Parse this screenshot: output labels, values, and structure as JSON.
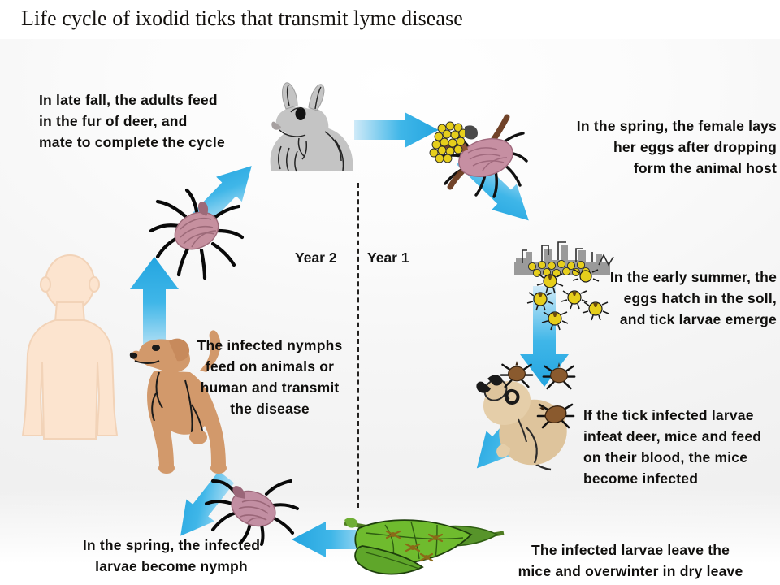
{
  "header": {
    "title": "Life cycle of ixodid ticks that transmit lyme disease"
  },
  "diagram": {
    "type": "cycle-diagram",
    "year_labels": {
      "left": "Year 2",
      "right": "Year 1"
    },
    "divider": "dashed-vertical-line",
    "stages": [
      {
        "id": "spring-eggs",
        "caption": "In the spring, the female lays\nher eggs after dropping\nform the animal host",
        "align": "right",
        "art": "engorged-tick-with-eggs"
      },
      {
        "id": "early-summer-hatch",
        "caption": "In the early summer, the\neggs hatch in the soll,\nand tick larvae emerge",
        "align": "right",
        "art": "larvae-hatching-in-soil"
      },
      {
        "id": "larvae-feed-mice",
        "caption": "If the tick infected larvae\ninfeat deer, mice and feed\non their blood, the mice\nbecome infected",
        "align": "left",
        "art": "mouse-with-ticks"
      },
      {
        "id": "overwinter-leaves",
        "caption": "The infected  larvae leave the\nmice and overwinter in dry leave",
        "align": "center",
        "art": "green-leaves-with-ticks"
      },
      {
        "id": "spring-nymph",
        "caption": "In the spring, the infected\nlarvae become nymph",
        "align": "center",
        "art": "nymph-tick"
      },
      {
        "id": "nymphs-feed",
        "caption": "The infected  nymphs\nfeed on animals or\nhuman and transmit\nthe disease",
        "align": "center",
        "art": "dog-and-human"
      },
      {
        "id": "late-fall-adults",
        "caption": "In late fall, the adults  feed\nin the fur of deer, and\nmate to complete the cycle",
        "align": "left",
        "art": "adult-tick-and-deer"
      }
    ],
    "illustrations": [
      {
        "name": "deer",
        "label": "deer-illustration"
      },
      {
        "name": "human",
        "label": "human-silhouette"
      },
      {
        "name": "dog",
        "label": "dog-illustration"
      },
      {
        "name": "mouse",
        "label": "mouse-illustration"
      },
      {
        "name": "leaves",
        "label": "leaves-illustration"
      }
    ],
    "arrows": {
      "count": 7,
      "style": "blue-gradient-block-arrow"
    },
    "colors": {
      "arrow": "#29ABE2",
      "arrow_light": "#BFE6F7",
      "tick_body": "#C891A4",
      "tick_legs": "#000000",
      "egg": "#E8D21E",
      "deer": "#BFBFBF",
      "dog": "#D39B6E",
      "mouse": "#E5CBA4",
      "leaf": "#5FA82B",
      "leaf_dark": "#3E7A1A",
      "human": "#FBE3CE",
      "soil": "#A0A0A0",
      "text": "#100F0D",
      "title": "#15120F",
      "background": "#F1F1F1"
    }
  }
}
